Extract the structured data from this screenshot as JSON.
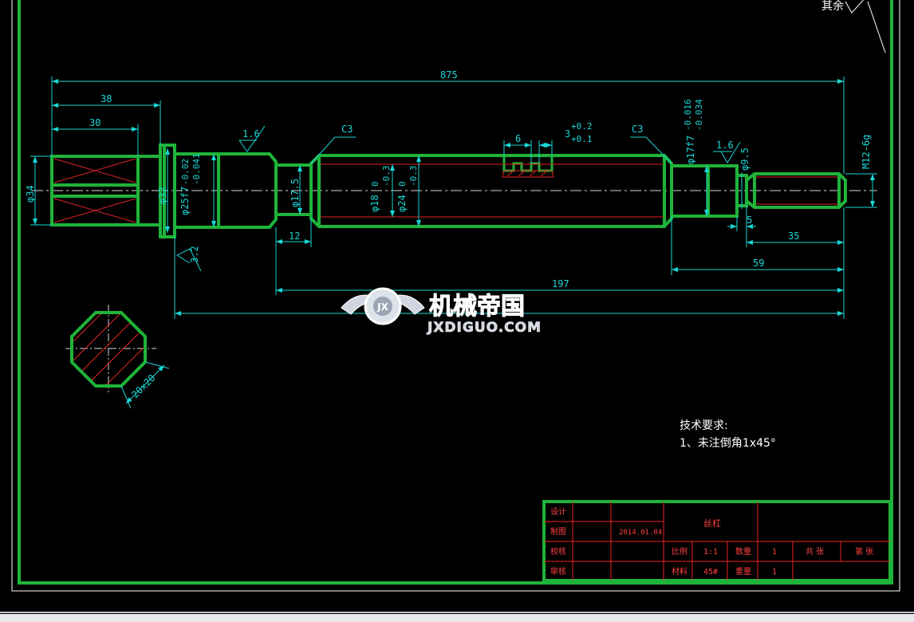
{
  "colors": {
    "background": "#000000",
    "frame": "#1eb43a",
    "dim": "#19d6d6",
    "section": "#e02424",
    "centerline": "#d8d8d8",
    "titleblock": "#ee2222",
    "text_in_block": "#ff4040",
    "page": "#e6e8ee"
  },
  "roughness": {
    "other_label": "其余",
    "other_value": "√",
    "shoulder": "1.6",
    "left_face": "3.2",
    "right_neck": "1.6"
  },
  "dimensions": {
    "overall_length": "875",
    "len_38": "38",
    "len_30": "30",
    "len_12": "12",
    "len_197": "197",
    "len_59": "59",
    "len_35": "35",
    "len_5": "5",
    "keyway_6": "6",
    "groove_3": "3",
    "groove_tol_upper": "+0.2",
    "groove_tol_lower": "+0.1",
    "dia_34": "φ34",
    "dia_32": "φ32",
    "dia_25": "φ25f7",
    "dia_25_tol_upper": "-0.02",
    "dia_25_tol_lower": "-0.041",
    "dia_17_5": "φ17.5",
    "dia_18": "φ18",
    "dia_18_tol_upper": "0",
    "dia_18_tol_lower": "-0.3",
    "dia_24": "φ24",
    "dia_24_tol_upper": "0",
    "dia_24_tol_lower": "-0.3",
    "dia_17f7": "φ17f7",
    "dia_17_tol_upper": "-0.016",
    "dia_17_tol_lower": "-0.034",
    "dia_9_5": "φ9.5",
    "thread": "M12-6g",
    "chamfer_left": "C3",
    "chamfer_right": "C3",
    "square": "20x20"
  },
  "tech": {
    "title": "技术要求:",
    "line1": "1、未注倒角1x45°"
  },
  "watermark": {
    "cn": "机械帝国",
    "en": "JXDIGUO.COM",
    "badge": "JX"
  },
  "title_block": {
    "design": "设计",
    "draw": "制图",
    "check": "校核",
    "audit": "审核",
    "date": "2014.01.04",
    "part_name": "丝杠",
    "scale_label": "比例",
    "scale_value": "1:1",
    "qty_label": "数量",
    "qty_value": "1",
    "material_label": "材料",
    "material_value": "45#",
    "weight_label": "重量",
    "weight_value": "1",
    "sheets_total": "共  张",
    "sheet_no": "第  张"
  }
}
